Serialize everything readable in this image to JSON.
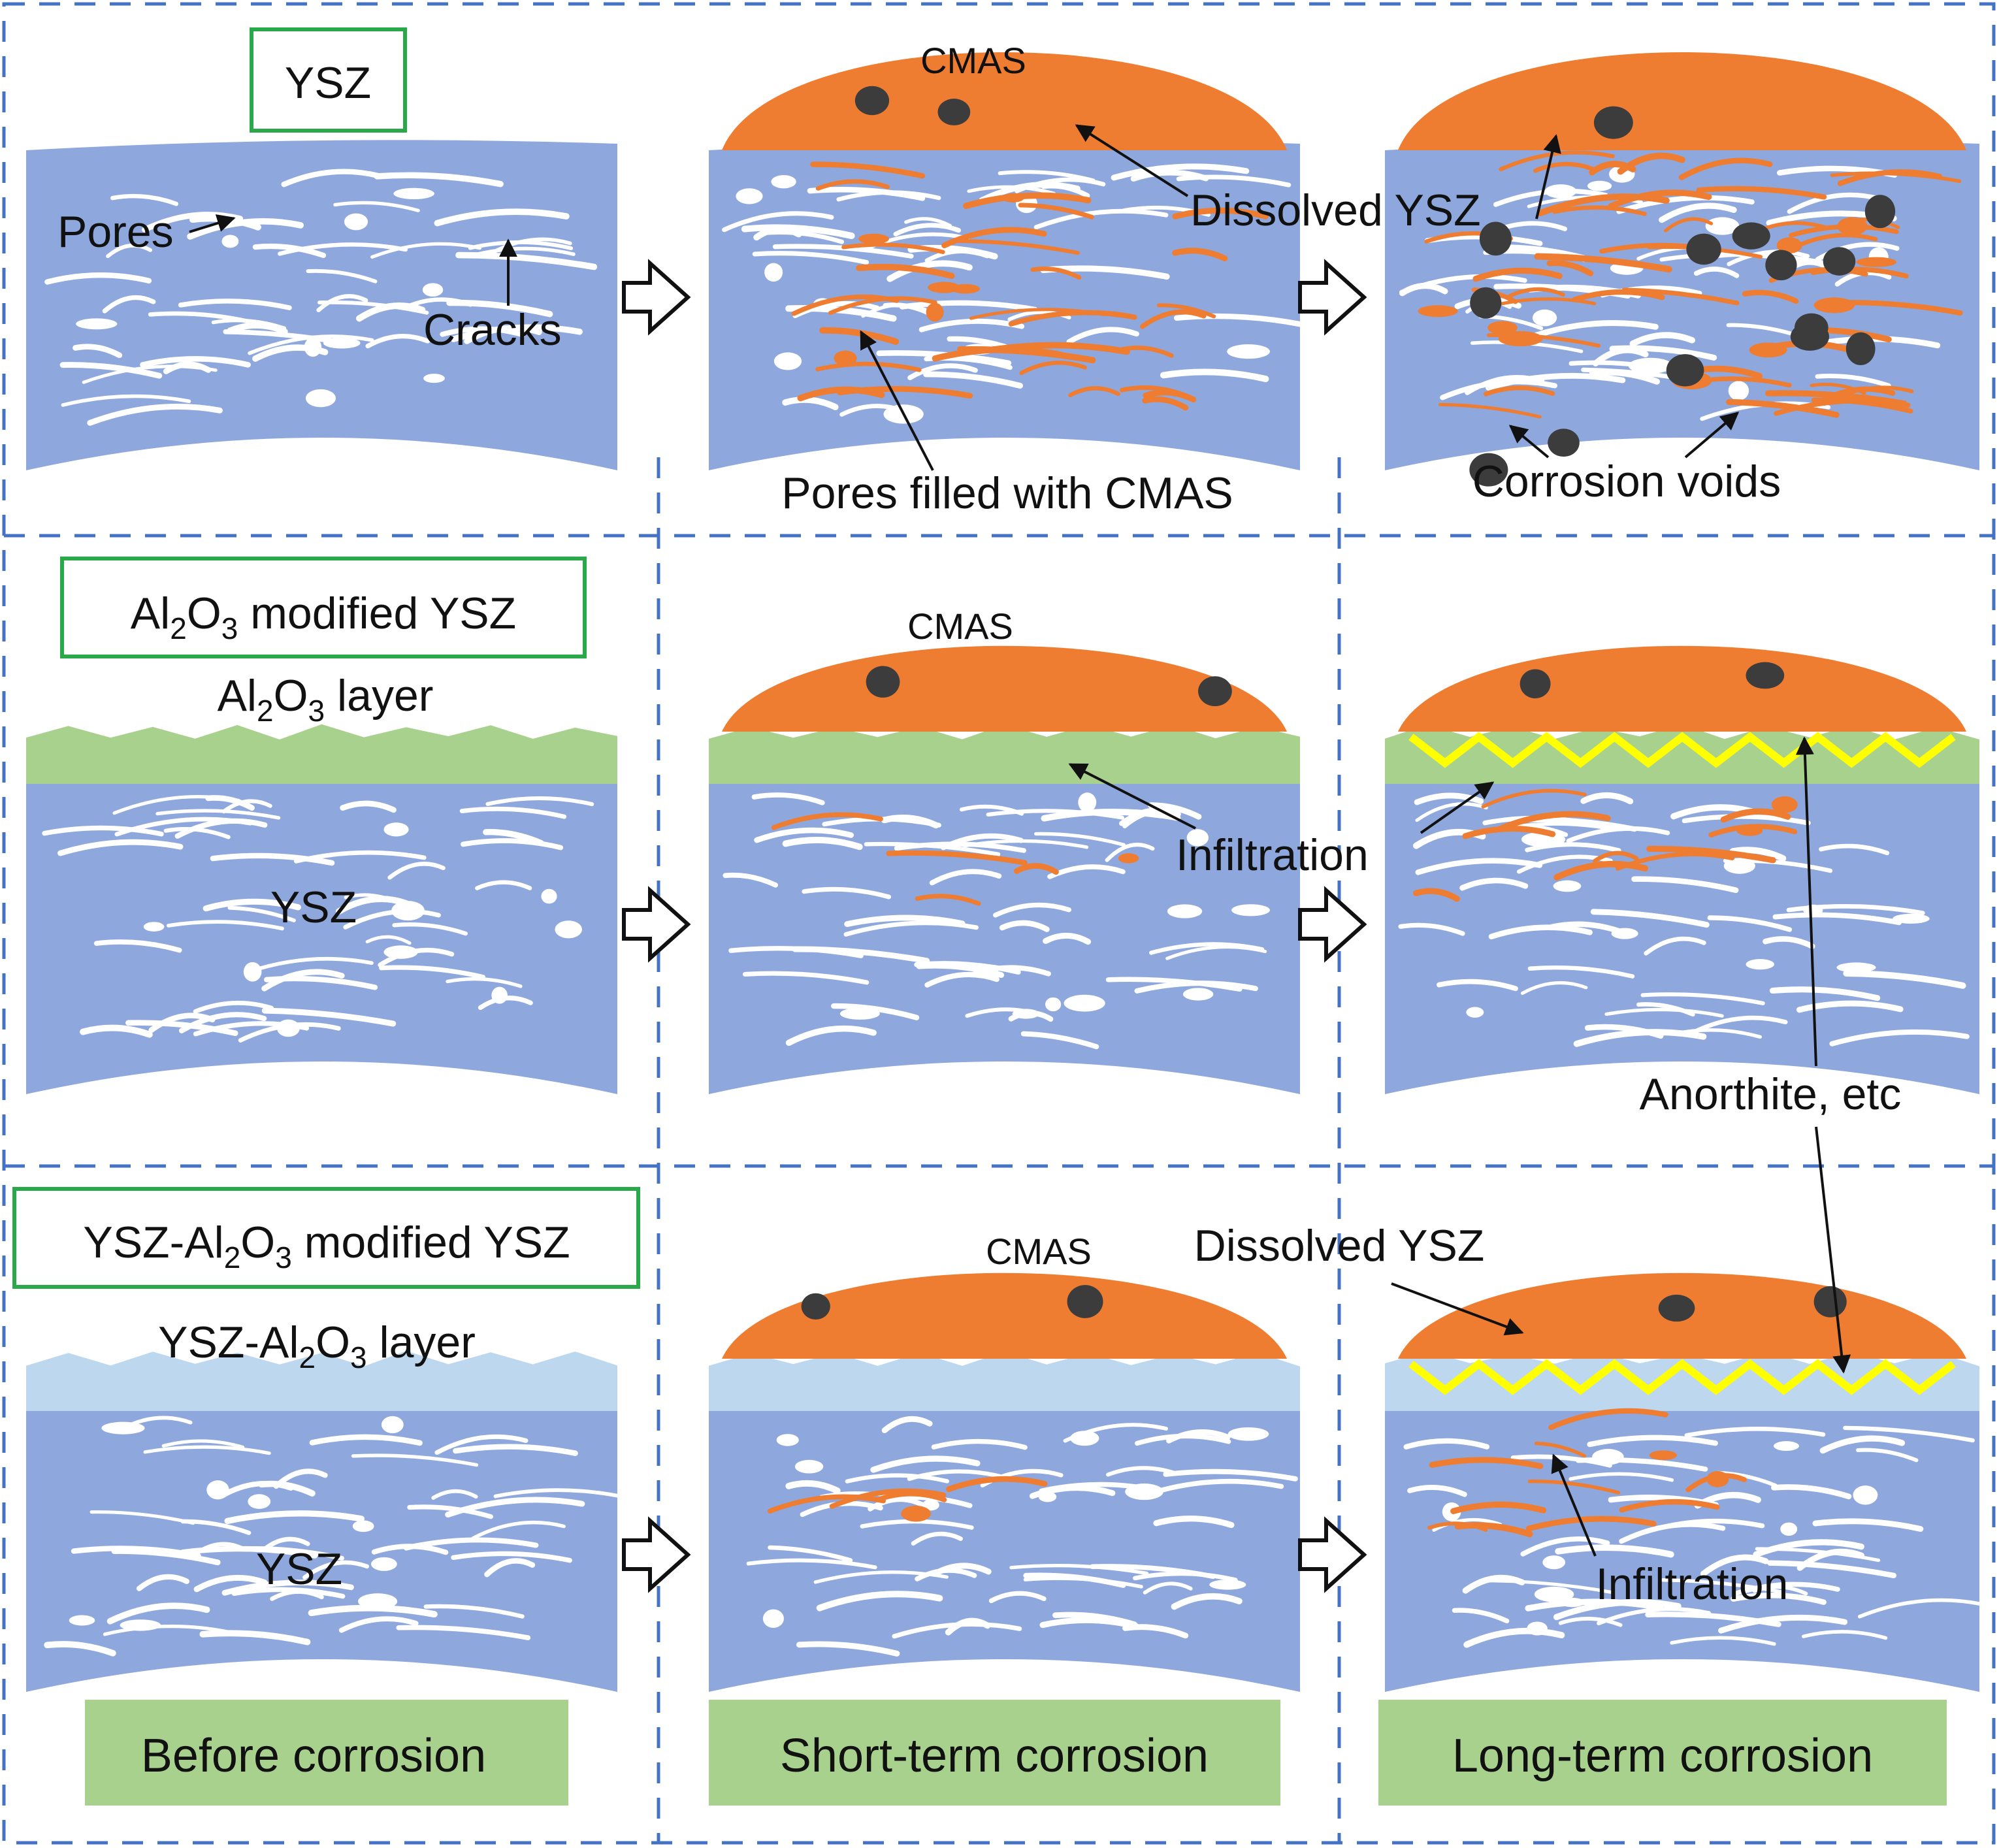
{
  "colors": {
    "ysz": "#8ea8dd",
    "pore": "#ffffff",
    "cmas": "#ee7d31",
    "void": "#3c3c3c",
    "al2o3_layer": "#a9d18e",
    "ysz_al2o3_layer": "#bdd7ee",
    "anorthite": "#ffff00",
    "label_box_border": "#2ba84a",
    "caption_fill": "#a9d18e",
    "dash_border": "#4472c4"
  },
  "rows": [
    {
      "title_pre": "YSZ",
      "title_sub": "",
      "title_mid": "",
      "title_sub2": "",
      "title_post": "",
      "labels": {
        "pores": "Pores",
        "cracks": "Cracks",
        "cmas": "CMAS",
        "dissolved_ysz": "Dissolved YSZ",
        "pores_filled": "Pores filled with CMAS",
        "corrosion_voids": "Corrosion voids"
      }
    },
    {
      "title_pre": "Al",
      "title_sub": "2",
      "title_mid": "O",
      "title_sub2": "3",
      "title_post": " modified YSZ",
      "layer_pre": "Al",
      "layer_sub": "2",
      "layer_mid": "O",
      "layer_sub2": "3",
      "layer_post": " layer",
      "labels": {
        "ysz": "YSZ",
        "cmas": "CMAS",
        "infiltration": "Infiltration",
        "anorthite": "Anorthite, etc"
      }
    },
    {
      "title_pre": "YSZ-Al",
      "title_sub": "2",
      "title_mid": "O",
      "title_sub2": "3",
      "title_post": " modified YSZ",
      "layer_pre": "YSZ-Al",
      "layer_sub": "2",
      "layer_mid": "O",
      "layer_sub2": "3",
      "layer_post": " layer",
      "labels": {
        "ysz": "YSZ",
        "cmas": "CMAS",
        "dissolved_ysz": "Dissolved YSZ",
        "infiltration": "Infiltration"
      }
    }
  ],
  "captions": [
    "Before corrosion",
    "Short-term corrosion",
    "Long-term corrosion"
  ]
}
